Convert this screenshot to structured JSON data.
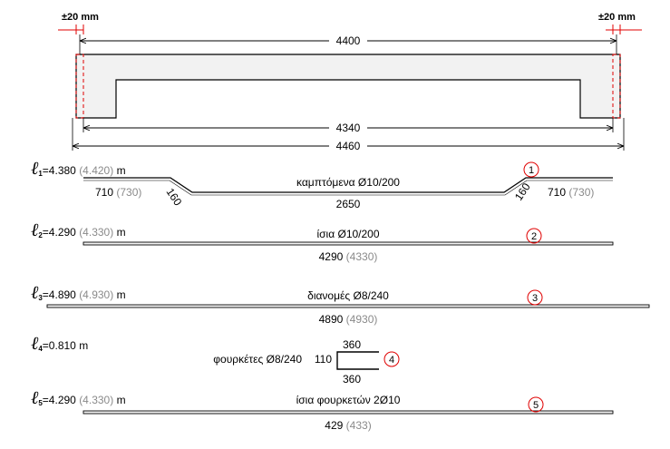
{
  "beam": {
    "tolerance_left": "±20 mm",
    "tolerance_right": "±20 mm",
    "dim_top": "4400",
    "dim_inner": "4340",
    "dim_total": "4460"
  },
  "rebars": [
    {
      "num": "1",
      "ell_sub": "1",
      "length": "=4.380",
      "length_alt": "(4.420)",
      "unit": "m",
      "desc": "καμπτόμενα Ø10/200",
      "left_val": "710",
      "left_alt": "(730)",
      "right_val": "710",
      "right_alt": "(730)",
      "bend_left": "160",
      "bend_right": "160",
      "mid_val": "2650"
    },
    {
      "num": "2",
      "ell_sub": "2",
      "length": "=4.290",
      "length_alt": "(4.330)",
      "unit": "m",
      "desc": "ίσια Ø10/200",
      "total": "4290",
      "total_alt": "(4330)"
    },
    {
      "num": "3",
      "ell_sub": "3",
      "length": "=4.890",
      "length_alt": "(4.930)",
      "unit": "m",
      "desc": "διανομές Ø8/240",
      "total": "4890",
      "total_alt": "(4930)"
    },
    {
      "num": "4",
      "ell_sub": "4",
      "length": "=0.810",
      "unit": "m",
      "desc": "φουρκέτες Ø8/240",
      "top": "360",
      "side": "110",
      "bottom": "360"
    },
    {
      "num": "5",
      "ell_sub": "5",
      "length": "=4.290",
      "length_alt": "(4.330)",
      "unit": "m",
      "desc": "ίσια φουρκετών 2Ø10",
      "total": "429",
      "total_alt": "(433)"
    }
  ]
}
